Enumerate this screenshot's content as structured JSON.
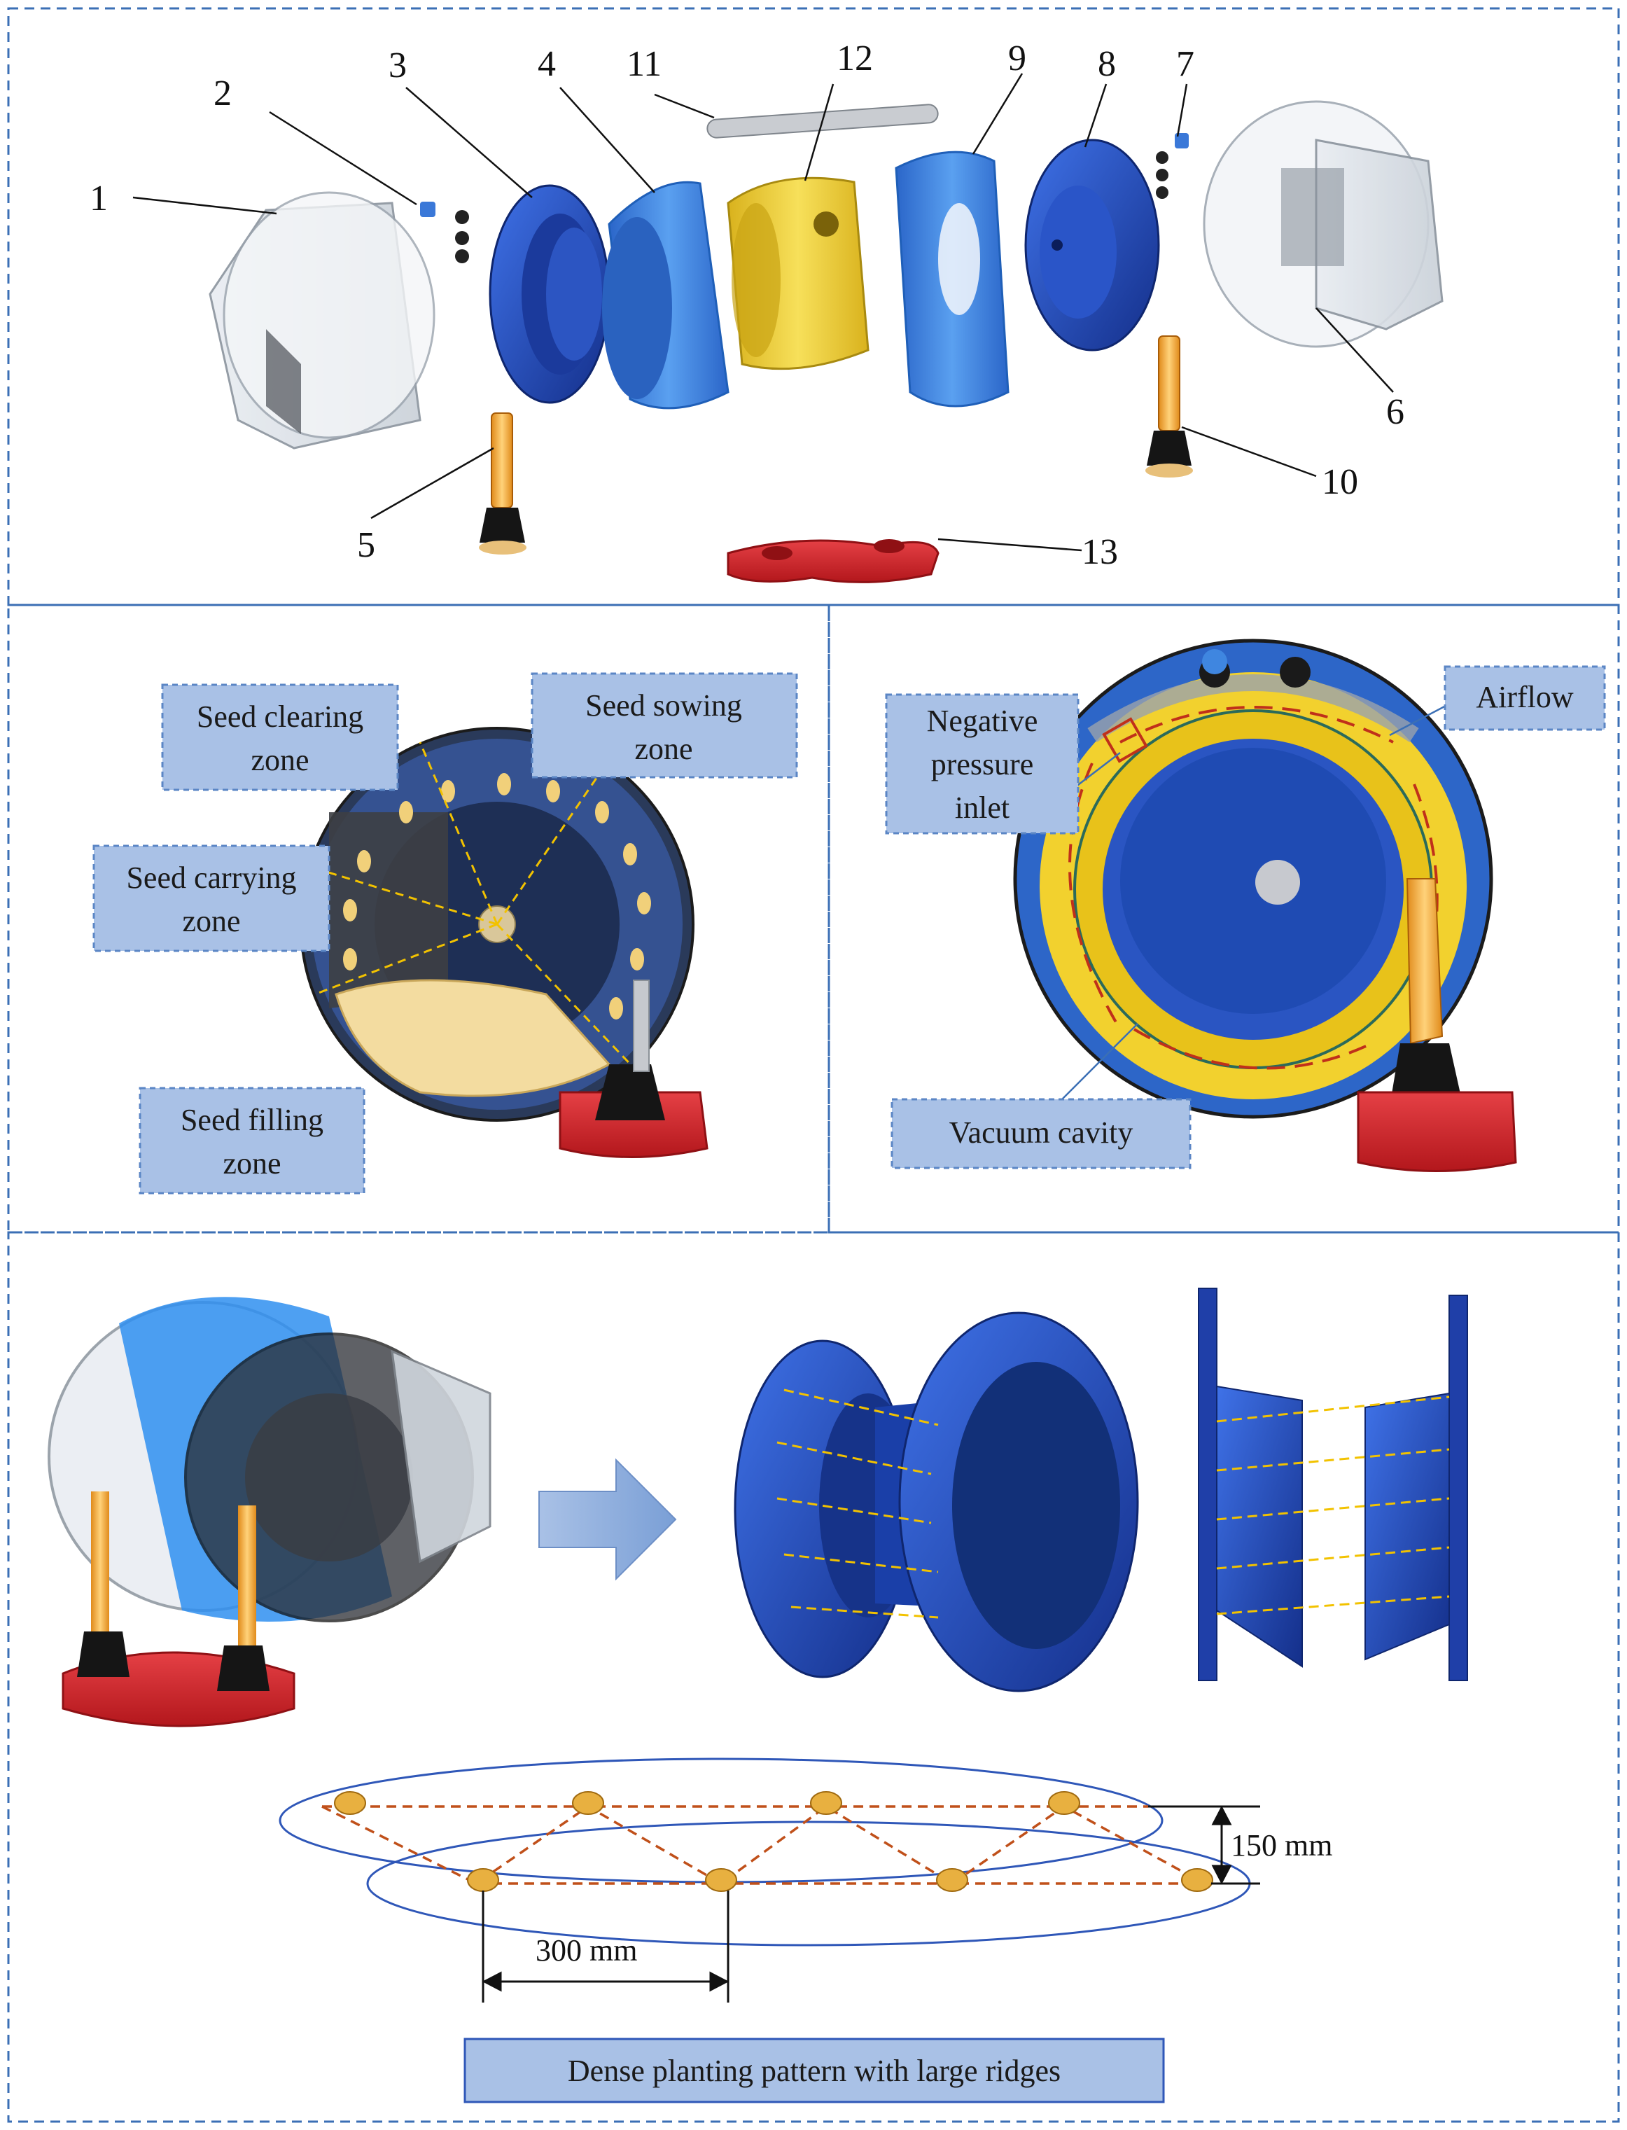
{
  "part_numbers": [
    "1",
    "2",
    "3",
    "4",
    "5",
    "6",
    "7",
    "8",
    "9",
    "10",
    "11",
    "12",
    "13"
  ],
  "zones": {
    "seed_clearing": [
      "Seed clearing",
      "zone"
    ],
    "seed_sowing": [
      "Seed sowing",
      "zone"
    ],
    "seed_carrying": [
      "Seed carrying",
      "zone"
    ],
    "seed_filling": [
      "Seed filling",
      "zone"
    ]
  },
  "airflow": {
    "negative_pressure_inlet": [
      "Negative",
      "pressure",
      "inlet"
    ],
    "airflow": "Airflow",
    "vacuum_cavity": "Vacuum cavity"
  },
  "planting": {
    "row_spacing": "150 mm",
    "plant_spacing": "300 mm",
    "caption": "Dense planting pattern with large ridges"
  },
  "colors": {
    "frame_dash": "#3b6fb5",
    "label_box_fill": "#a9c1e6",
    "label_box_border": "#5b86c5",
    "disc_blue": "#1f3fa8",
    "ring_blue": "#3f86e0",
    "sleeve_yellow": "#f2d12e",
    "base_red": "#d9262b",
    "guide_line": "#f2c200",
    "pattern_line": "#c0501a"
  }
}
